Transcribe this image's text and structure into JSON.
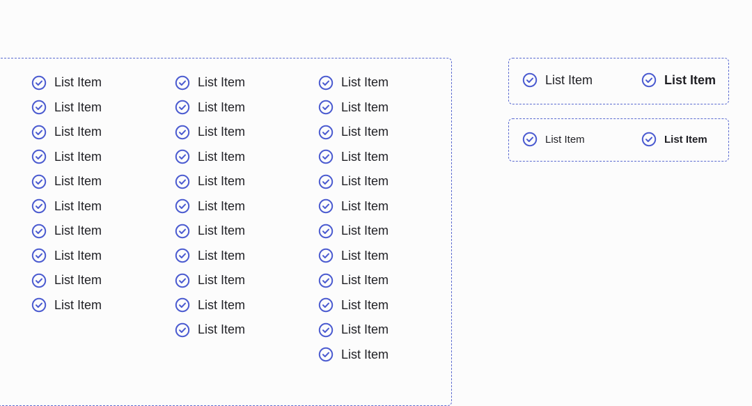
{
  "icon": "check-circle-icon",
  "accent_color": "#4b5bd0",
  "columns": [
    {
      "items": [
        "List Item",
        "List Item",
        "List Item",
        "List Item",
        "List Item",
        "List Item",
        "List Item",
        "List Item",
        "List Item",
        "List Item"
      ]
    },
    {
      "items": [
        "List Item",
        "List Item",
        "List Item",
        "List Item",
        "List Item",
        "List Item",
        "List Item",
        "List Item",
        "List Item",
        "List Item",
        "List Item"
      ]
    },
    {
      "items": [
        "List Item",
        "List Item",
        "List Item",
        "List Item",
        "List Item",
        "List Item",
        "List Item",
        "List Item",
        "List Item",
        "List Item",
        "List Item",
        "List Item"
      ]
    }
  ],
  "boxes": [
    {
      "items": [
        {
          "label": "List Item",
          "bold": false
        },
        {
          "label": "List Item",
          "bold": true
        }
      ]
    },
    {
      "items": [
        {
          "label": "List Item",
          "bold": false
        },
        {
          "label": "List Item",
          "bold": true
        }
      ]
    }
  ]
}
